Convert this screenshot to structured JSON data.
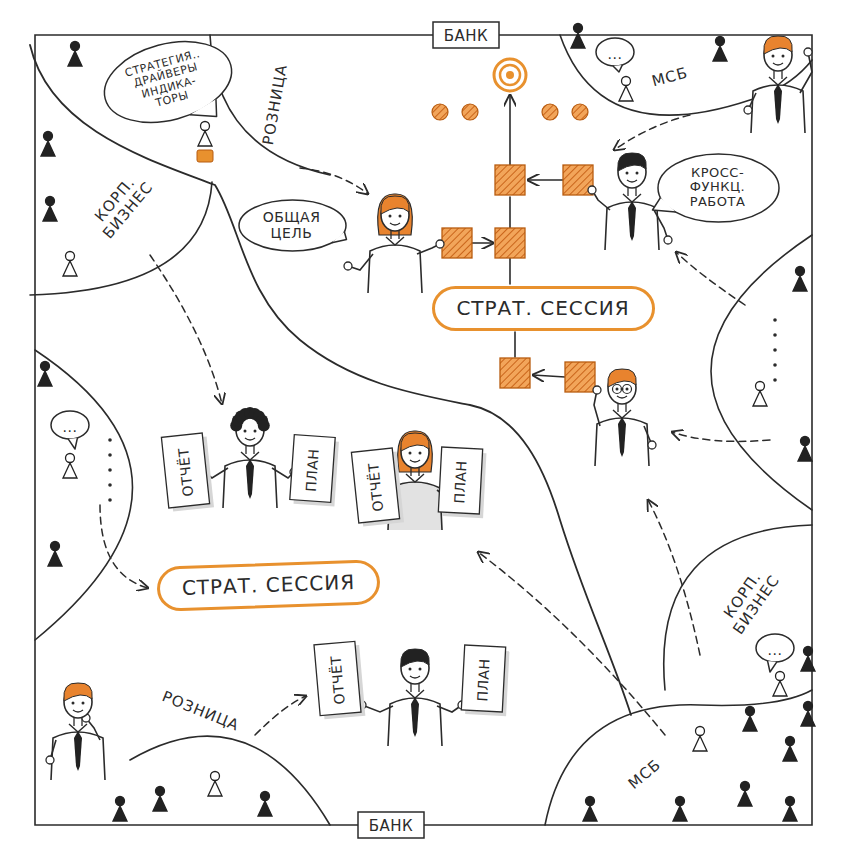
{
  "diagram": {
    "nodes": [
      {
        "text": [
          "БАНК"
        ]
      },
      {
        "text": [
          "СТРАТЕГИЯ.. ДРАЙВЕРЫ ИНДИКА- ТОРЫ"
        ]
      },
      {
        "text": [
          "ОБЩАЯ ЦЕЛЬ"
        ]
      },
      {
        "text": [
          "КРОСС-ФУНКЦ. РАБОТА"
        ]
      },
      {
        "text": [
          "..."
        ]
      },
      {
        "text": [
          "СТРАТ. СЕССИЯ"
        ]
      },
      {
        "text": [
          "ОТЧЁТ"
        ]
      },
      {
        "text": [
          "ПЛАН"
        ]
      },
      {
        "text": [
          "ОТЧЁТ"
        ]
      },
      {
        "text": [
          "ПЛАН"
        ]
      },
      {
        "text": [
          "..."
        ]
      },
      {
        "text": [
          "СТРАТ. СЕССИЯ"
        ]
      },
      {
        "text": [
          "..."
        ]
      },
      {
        "text": [
          "ОТЧЁТ"
        ]
      },
      {
        "text": [
          "ПЛАН"
        ]
      },
      {
        "text": [
          "БАНК"
        ]
      }
    ],
    "labels": [
      "РОЗНИЦА",
      "КОРП. БИЗНЕС",
      "МСБ",
      "КОРП. БИЗНЕС",
      "РОЗНИЦА",
      "МСБ"
    ]
  }
}
